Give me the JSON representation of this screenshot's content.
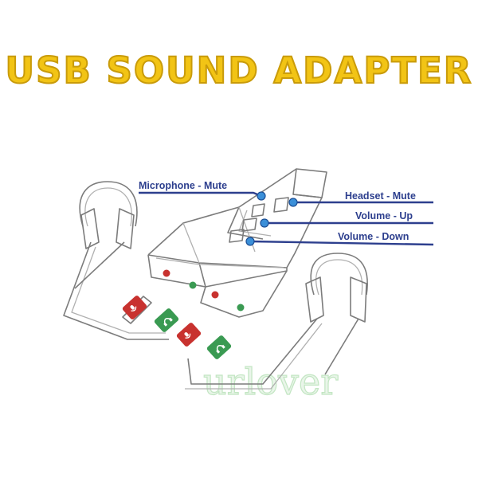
{
  "title": "USB SOUND ADAPTER",
  "callouts": {
    "microphone_mute": "Microphone - Mute",
    "headset_mute": "Headset - Mute",
    "volume_up": "Volume - Up",
    "volume_down": "Volume - Down"
  },
  "watermark": "urlover",
  "colors": {
    "title_fill": "#f2c415",
    "callout": "#2d3f8e",
    "button_dot": "#3b8fd8",
    "mic_jack": "#c8322f",
    "headphone_jack": "#3a9a52"
  },
  "icons": {
    "mic_jack": "microphone-icon",
    "headphone_jack": "headphone-icon"
  }
}
